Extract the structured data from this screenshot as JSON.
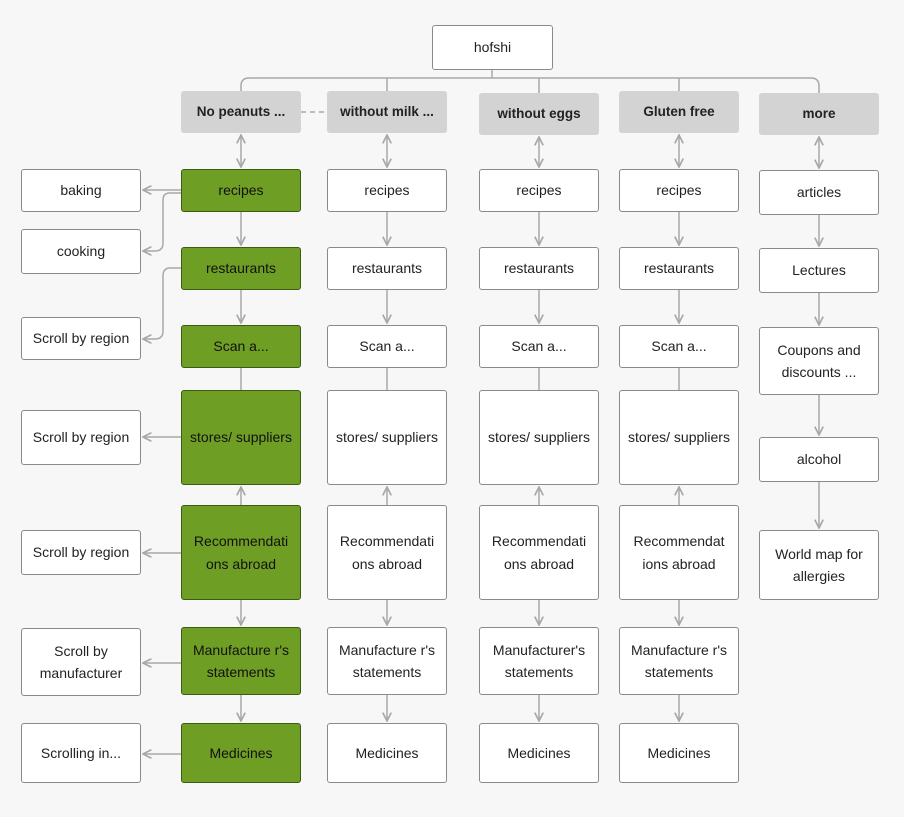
{
  "root": {
    "label": "hofshi"
  },
  "columns": [
    {
      "header": "No peanuts ...",
      "items": [
        "recipes",
        "restaurants",
        "Scan a...",
        "stores/ suppliers",
        "Recommendati ons abroad",
        "Manufacture r's statements",
        "Medicines"
      ]
    },
    {
      "header": "without milk ...",
      "items": [
        "recipes",
        "restaurants",
        "Scan a...",
        "stores/ suppliers",
        "Recommendati ons abroad",
        "Manufacture r's statements",
        "Medicines"
      ]
    },
    {
      "header": "without eggs",
      "items": [
        "recipes",
        "restaurants",
        "Scan a...",
        "stores/ suppliers",
        "Recommendati ons abroad",
        "Manufacturer's statements",
        "Medicines"
      ]
    },
    {
      "header": "Gluten free",
      "items": [
        "recipes",
        "restaurants",
        "Scan a...",
        "stores/ suppliers",
        "Recommendat ions abroad",
        "Manufacture r's statements",
        "Medicines"
      ]
    },
    {
      "header": "more",
      "items": [
        "articles",
        "Lectures",
        "Coupons and discounts ...",
        "alcohol",
        "World map for allergies"
      ]
    }
  ],
  "side_boxes": [
    "baking",
    "cooking",
    "Scroll by region",
    "Scroll by region",
    "Scroll by region",
    "Scroll by manufacturer",
    "Scrolling in..."
  ],
  "colors": {
    "highlight": "#6f9e24",
    "header_fill": "#d3d3d3",
    "connector": "#a8a8a8"
  }
}
